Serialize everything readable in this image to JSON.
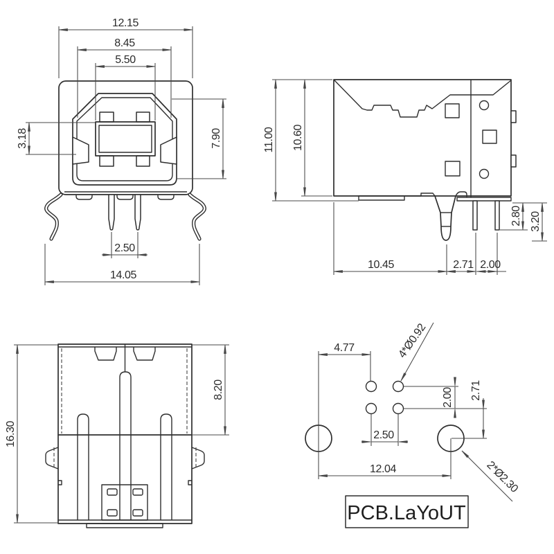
{
  "drawing": {
    "front_view": {
      "dims": {
        "housing_width": "12.15",
        "shell_width": "8.45",
        "tongue_width": "5.50",
        "tongue_height": "3.18",
        "shell_height": "7.90",
        "pin_pitch": "2.50",
        "overall_width": "14.05"
      }
    },
    "side_view": {
      "dims": {
        "overall_height": "11.00",
        "body_height": "10.60",
        "pin_length": "2.80",
        "peg_length": "3.20",
        "body_depth": "10.45",
        "peg_to_pin": "2.71",
        "pin_spacing": "2.00"
      }
    },
    "top_view": {
      "dims": {
        "overall_length": "16.30",
        "shield_depth": "8.20"
      }
    },
    "pcb_layout": {
      "label": "PCB.LaYoUT",
      "dims": {
        "hole_col_offset": "4.77",
        "pin_holes": "4*Ø0.92",
        "hole_row_pitch": "2.00",
        "row_to_peg_hole": "2.71",
        "hole_col_pitch": "2.50",
        "peg_hole_pitch": "12.04",
        "peg_holes": "2*Ø2.30"
      }
    }
  }
}
